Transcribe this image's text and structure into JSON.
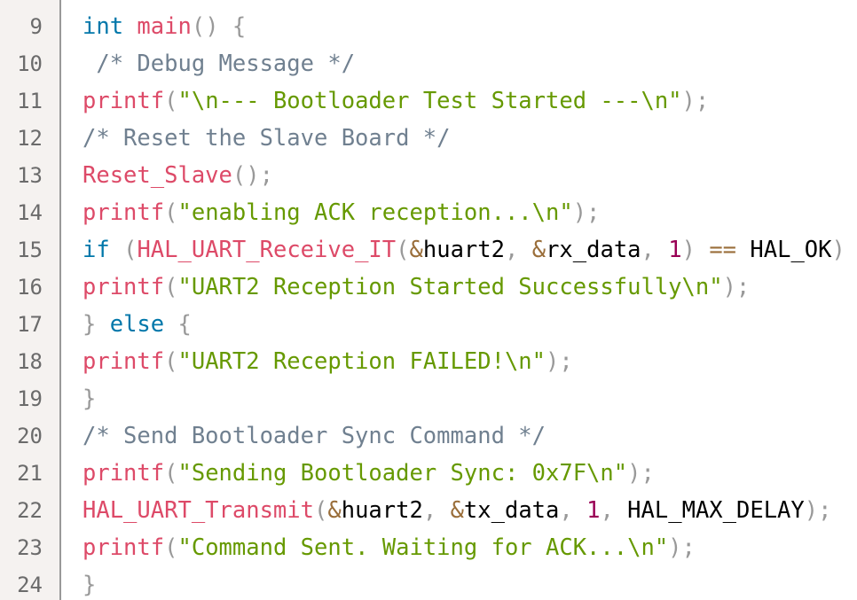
{
  "editor": {
    "lines": [
      {
        "number": "9",
        "segments": [
          {
            "t": "int",
            "c": "kw"
          },
          {
            "t": " "
          },
          {
            "t": "main",
            "c": "fn"
          },
          {
            "t": "()",
            "c": "pn"
          },
          {
            "t": " "
          },
          {
            "t": "{",
            "c": "pn"
          }
        ]
      },
      {
        "number": "10",
        "segments": [
          {
            "t": " /* Debug Message */",
            "c": "cm"
          }
        ]
      },
      {
        "number": "11",
        "segments": [
          {
            "t": "printf",
            "c": "fn"
          },
          {
            "t": "(",
            "c": "pn"
          },
          {
            "t": "\"\\n--- Bootloader Test Started ---\\n\"",
            "c": "str"
          },
          {
            "t": ");",
            "c": "pn"
          }
        ]
      },
      {
        "number": "12",
        "segments": [
          {
            "t": "/* Reset the Slave Board */",
            "c": "cm"
          }
        ]
      },
      {
        "number": "13",
        "segments": [
          {
            "t": "Reset_Slave",
            "c": "fn"
          },
          {
            "t": "();",
            "c": "pn"
          }
        ]
      },
      {
        "number": "14",
        "segments": [
          {
            "t": "printf",
            "c": "fn"
          },
          {
            "t": "(",
            "c": "pn"
          },
          {
            "t": "\"enabling ACK reception...\\n\"",
            "c": "str"
          },
          {
            "t": ");",
            "c": "pn"
          }
        ]
      },
      {
        "number": "15",
        "segments": [
          {
            "t": "if",
            "c": "kw"
          },
          {
            "t": " "
          },
          {
            "t": "(",
            "c": "pn"
          },
          {
            "t": "HAL_UART_Receive_IT",
            "c": "fn"
          },
          {
            "t": "(",
            "c": "pn"
          },
          {
            "t": "&",
            "c": "op"
          },
          {
            "t": "huart2"
          },
          {
            "t": ",",
            "c": "pn"
          },
          {
            "t": " "
          },
          {
            "t": "&",
            "c": "op"
          },
          {
            "t": "rx_data"
          },
          {
            "t": ",",
            "c": "pn"
          },
          {
            "t": " "
          },
          {
            "t": "1",
            "c": "num"
          },
          {
            "t": ")",
            "c": "pn"
          },
          {
            "t": " "
          },
          {
            "t": "==",
            "c": "op"
          },
          {
            "t": " HAL_OK"
          },
          {
            "t": ")",
            "c": "pn"
          }
        ]
      },
      {
        "number": "16",
        "segments": [
          {
            "t": "printf",
            "c": "fn"
          },
          {
            "t": "(",
            "c": "pn"
          },
          {
            "t": "\"UART2 Reception Started Successfully\\n\"",
            "c": "str"
          },
          {
            "t": ");",
            "c": "pn"
          }
        ]
      },
      {
        "number": "17",
        "segments": [
          {
            "t": "}",
            "c": "pn"
          },
          {
            "t": " "
          },
          {
            "t": "else",
            "c": "kw"
          },
          {
            "t": " "
          },
          {
            "t": "{",
            "c": "pn"
          }
        ]
      },
      {
        "number": "18",
        "segments": [
          {
            "t": "printf",
            "c": "fn"
          },
          {
            "t": "(",
            "c": "pn"
          },
          {
            "t": "\"UART2 Reception FAILED!\\n\"",
            "c": "str"
          },
          {
            "t": ");",
            "c": "pn"
          }
        ]
      },
      {
        "number": "19",
        "segments": [
          {
            "t": "}",
            "c": "pn"
          }
        ]
      },
      {
        "number": "20",
        "segments": [
          {
            "t": "/* Send Bootloader Sync Command */",
            "c": "cm"
          }
        ]
      },
      {
        "number": "21",
        "segments": [
          {
            "t": "printf",
            "c": "fn"
          },
          {
            "t": "(",
            "c": "pn"
          },
          {
            "t": "\"Sending Bootloader Sync: 0x7F\\n\"",
            "c": "str"
          },
          {
            "t": ");",
            "c": "pn"
          }
        ]
      },
      {
        "number": "22",
        "segments": [
          {
            "t": "HAL_UART_Transmit",
            "c": "fn"
          },
          {
            "t": "(",
            "c": "pn"
          },
          {
            "t": "&",
            "c": "op"
          },
          {
            "t": "huart2"
          },
          {
            "t": ",",
            "c": "pn"
          },
          {
            "t": " "
          },
          {
            "t": "&",
            "c": "op"
          },
          {
            "t": "tx_data"
          },
          {
            "t": ",",
            "c": "pn"
          },
          {
            "t": " "
          },
          {
            "t": "1",
            "c": "num"
          },
          {
            "t": ",",
            "c": "pn"
          },
          {
            "t": " HAL_MAX_DELAY"
          },
          {
            "t": ");",
            "c": "pn"
          }
        ]
      },
      {
        "number": "23",
        "segments": [
          {
            "t": "printf",
            "c": "fn"
          },
          {
            "t": "(",
            "c": "pn"
          },
          {
            "t": "\"Command Sent. Waiting for ACK...\\n\"",
            "c": "str"
          },
          {
            "t": ");",
            "c": "pn"
          }
        ]
      },
      {
        "number": "24",
        "segments": [
          {
            "t": "}",
            "c": "pn"
          }
        ]
      }
    ]
  },
  "colors": {
    "gutter_background": "#f5f2f0",
    "gutter_divider": "#999999",
    "keyword": "#0077aa",
    "function": "#dd4a68",
    "string": "#669900",
    "comment": "#708090",
    "punctuation": "#999999",
    "number": "#990055",
    "operator": "#9a6e3a"
  }
}
